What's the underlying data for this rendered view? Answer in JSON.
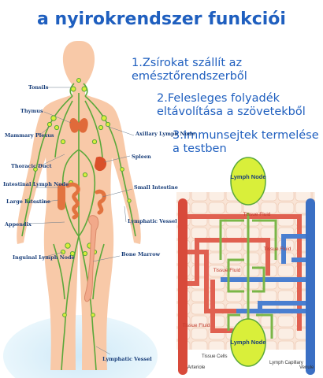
{
  "title": "a nyirokrendszer funkciói",
  "functions": [
    "1.Zsírokat szállít az emésztőrendszerből",
    "2.Felesleges folyadék eltávolítása a szövetekből",
    "3.Immunsejtek termelése a testben"
  ],
  "body_labels": {
    "tonsils": "Tonsils",
    "thymus": "Thymus",
    "mammary_plexus": "Mammary Plexus",
    "thoracic_duct": "Thoracic Duct",
    "intestinal_lymph_node": "Intestinal Lymph Node",
    "large_intestine": "Large Intestine",
    "appendix": "Appendix",
    "inguinal_lymph_node": "Inguinal Lymph Node",
    "axillary_lymph_node": "Axillary Lymph Node",
    "spleen": "Spleen",
    "small_intestine": "Small Intestine",
    "lymphatic_vessel": "Lymphatic Vessel",
    "bone_marrow": "Bone Marrow",
    "lymphatic_vessel_bottom": "Lymphatic Vessel"
  },
  "detail_labels": {
    "lymph_node_top": "Lymph Node",
    "lymph_node_bottom": "Lymph Node",
    "tissue_fluid_1": "Tissue Fluid",
    "tissue_fluid_2": "Tissue Fluid",
    "tissue_fluid_3": "Tissue Fluid",
    "tissue_fluid_4": "Tissue Fluid",
    "arteriole": "Arteriole",
    "tissue_cells": "Tissue Cells",
    "lymph_capillary": "Lymph Capillary",
    "venule": "Venule"
  },
  "colors": {
    "title": "#1f5fbf",
    "skin": "#f8c9a8",
    "lymph": "#5aa83a",
    "node": "#d9ef3a",
    "artery": "#d84a3a",
    "vein": "#3a6fc4",
    "organ": "#e06a3a",
    "bg_glow": "#cfe9f7"
  }
}
